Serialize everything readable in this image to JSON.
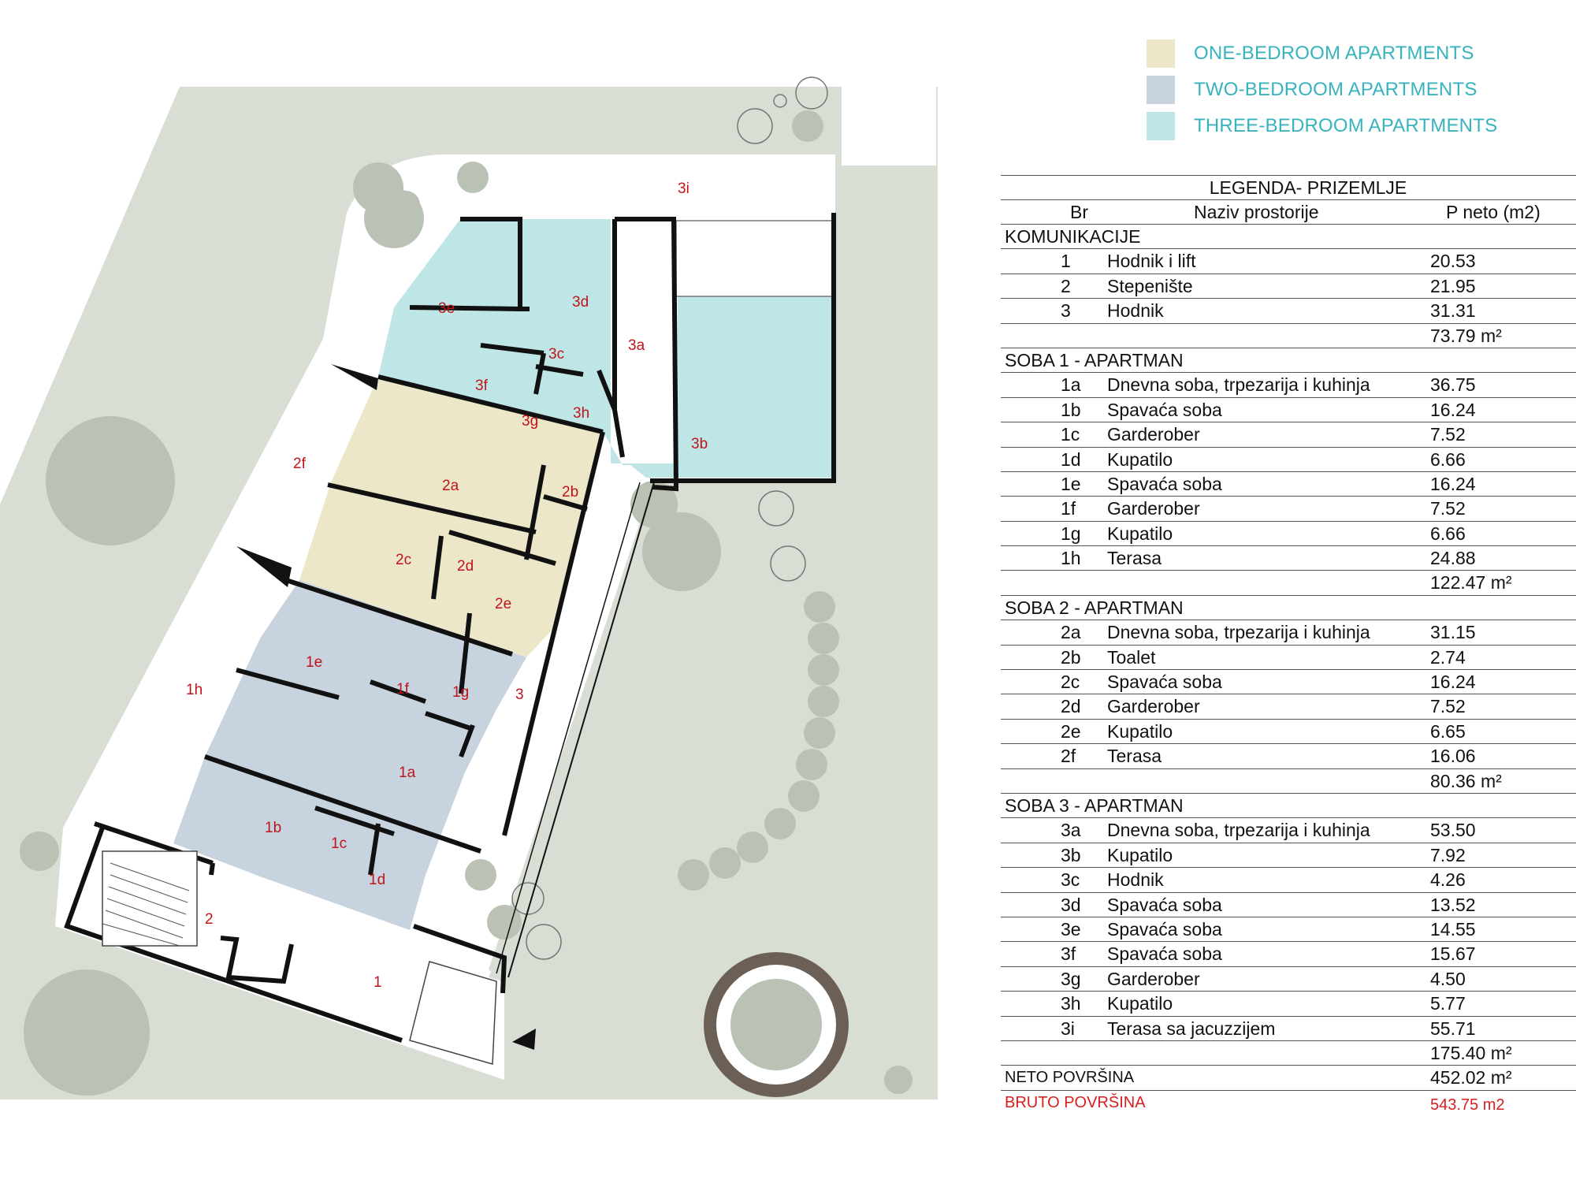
{
  "key": [
    {
      "label": "ONE-BEDROOM APARTMENTS",
      "color": "#ece7c8"
    },
    {
      "label": "TWO-BEDROOM APARTMENTS",
      "color": "#c7d3df"
    },
    {
      "label": "THREE-BEDROOM APARTMENTS",
      "color": "#bfe6e6"
    }
  ],
  "legend": {
    "title": "LEGENDA- PRIZEMLJE",
    "col_br": "Br",
    "col_name": "Naziv prostorije",
    "col_area": "P neto (m2)",
    "sections": [
      {
        "name": "KOMUNIKACIJE",
        "total": "73.79 m²",
        "rows": [
          [
            "1",
            "Hodnik i lift",
            "20.53"
          ],
          [
            "2",
            "Stepenište",
            "21.95"
          ],
          [
            "3",
            "Hodnik",
            "31.31"
          ]
        ]
      },
      {
        "name": "SOBA 1 - APARTMAN",
        "total": "122.47 m²",
        "rows": [
          [
            "1a",
            "Dnevna soba, trpezarija i kuhinja",
            "36.75"
          ],
          [
            "1b",
            "Spavaća soba",
            "16.24"
          ],
          [
            "1c",
            "Garderober",
            "7.52"
          ],
          [
            "1d",
            "Kupatilo",
            "6.66"
          ],
          [
            "1e",
            "Spavaća soba",
            "16.24"
          ],
          [
            "1f",
            "Garderober",
            "7.52"
          ],
          [
            "1g",
            "Kupatilo",
            "6.66"
          ],
          [
            "1h",
            "Terasa",
            "24.88"
          ]
        ]
      },
      {
        "name": "SOBA 2 - APARTMAN",
        "total": "80.36 m²",
        "rows": [
          [
            "2a",
            "Dnevna soba, trpezarija i kuhinja",
            "31.15"
          ],
          [
            "2b",
            "Toalet",
            "2.74"
          ],
          [
            "2c",
            "Spavaća soba",
            "16.24"
          ],
          [
            "2d",
            "Garderober",
            "7.52"
          ],
          [
            "2e",
            "Kupatilo",
            "6.65"
          ],
          [
            "2f",
            "Terasa",
            "16.06"
          ]
        ]
      },
      {
        "name": "SOBA 3 - APARTMAN",
        "total": "175.40 m²",
        "rows": [
          [
            "3a",
            "Dnevna soba, trpezarija i kuhinja",
            "53.50"
          ],
          [
            "3b",
            "Kupatilo",
            "7.92"
          ],
          [
            "3c",
            "Hodnik",
            "4.26"
          ],
          [
            "3d",
            "Spavaća soba",
            "13.52"
          ],
          [
            "3e",
            "Spavaća soba",
            "14.55"
          ],
          [
            "3f",
            "Spavaća soba",
            "15.67"
          ],
          [
            "3g",
            "Garderober",
            "4.50"
          ],
          [
            "3h",
            "Kupatilo",
            "5.77"
          ],
          [
            "3i",
            "Terasa sa jacuzzijem",
            "55.71"
          ]
        ]
      }
    ],
    "neto_label": "NETO POVRŠINA",
    "neto_value": "452.02 m²",
    "bruto_label": "BRUTO POVRŠINA",
    "bruto_value": "543.75 m2"
  },
  "plan": {
    "labels": {
      "r1a": "1a",
      "r1b": "1b",
      "r1c": "1c",
      "r1d": "1d",
      "r1e": "1e",
      "r1f": "1f",
      "r1g": "1g",
      "r1h": "1h",
      "r2a": "2a",
      "r2b": "2b",
      "r2c": "2c",
      "r2d": "2d",
      "r2e": "2e",
      "r2f": "2f",
      "r3a": "3a",
      "r3b": "3b",
      "r3c": "3c",
      "r3d": "3d",
      "r3e": "3e",
      "r3f": "3f",
      "r3g": "3g",
      "r3h": "3h",
      "r3i": "3i",
      "c1": "1",
      "c2": "2",
      "c3": "3"
    },
    "colors": {
      "grass": "#d9ded5",
      "tree": "#b9c2b4",
      "wall": "#111111",
      "one_bed": "#ece7c8",
      "two_bed": "#c7d3df",
      "three_bed": "#bfe6e6",
      "pool": "#ffffff",
      "pond_ring": "#6c5f55",
      "room_label": "#c0141b"
    }
  }
}
